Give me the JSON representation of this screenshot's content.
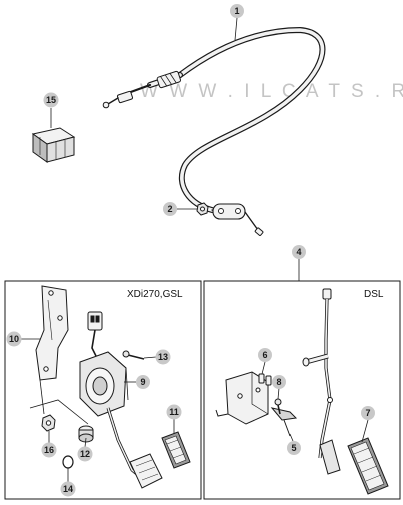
{
  "watermark": "W W W . I L C A T S . R U",
  "panels": {
    "left_label": "XDi270,GSL",
    "right_label": "DSL"
  },
  "callouts": [
    "1",
    "2",
    "4",
    "5",
    "6",
    "7",
    "8",
    "9",
    "10",
    "11",
    "12",
    "13",
    "14",
    "15",
    "16"
  ],
  "colors": {
    "callout_fill": "#c8c8c8",
    "line": "#1a1a1a",
    "part_fill": "#f2f2f2",
    "shade": "#9a9a9a"
  }
}
